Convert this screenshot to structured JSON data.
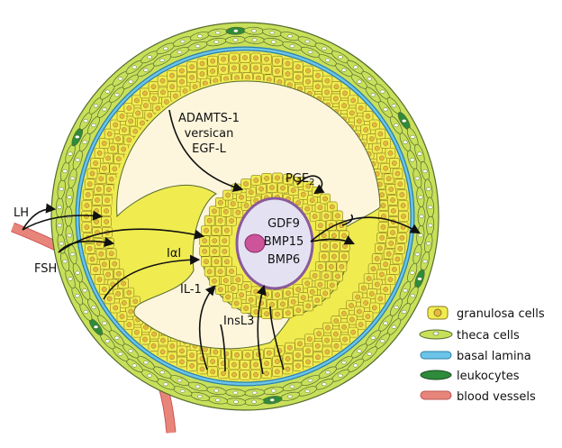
{
  "labels": {
    "adamts": "ADAMTS-1",
    "versican": "versican",
    "egfl": "EGF-L",
    "pge2": "PGE",
    "pge2_sub": "2",
    "gdf9": "GDF9",
    "bmp15": "BMP15",
    "bmp6": "BMP6",
    "lh": "LH",
    "fsh": "FSH",
    "iai": "IαI",
    "il1": "IL-1",
    "insl3": "InsL3"
  },
  "legend": [
    {
      "label": "granulosa cells",
      "color": "#f0ec50"
    },
    {
      "label": "theca cells",
      "color": "#c8e05a"
    },
    {
      "label": "basal lamina",
      "color": "#4aa8d0"
    },
    {
      "label": "leukocytes",
      "color": "#2e8b3a"
    },
    {
      "label": "blood vessels",
      "color": "#e8857a"
    }
  ],
  "colors": {
    "antrum": "#fdf6dc",
    "oocyte": "#e4e2f2",
    "zona": "#8a5a9a",
    "nucleus": "#cc5599",
    "nucleus_center": "#e8b840"
  }
}
